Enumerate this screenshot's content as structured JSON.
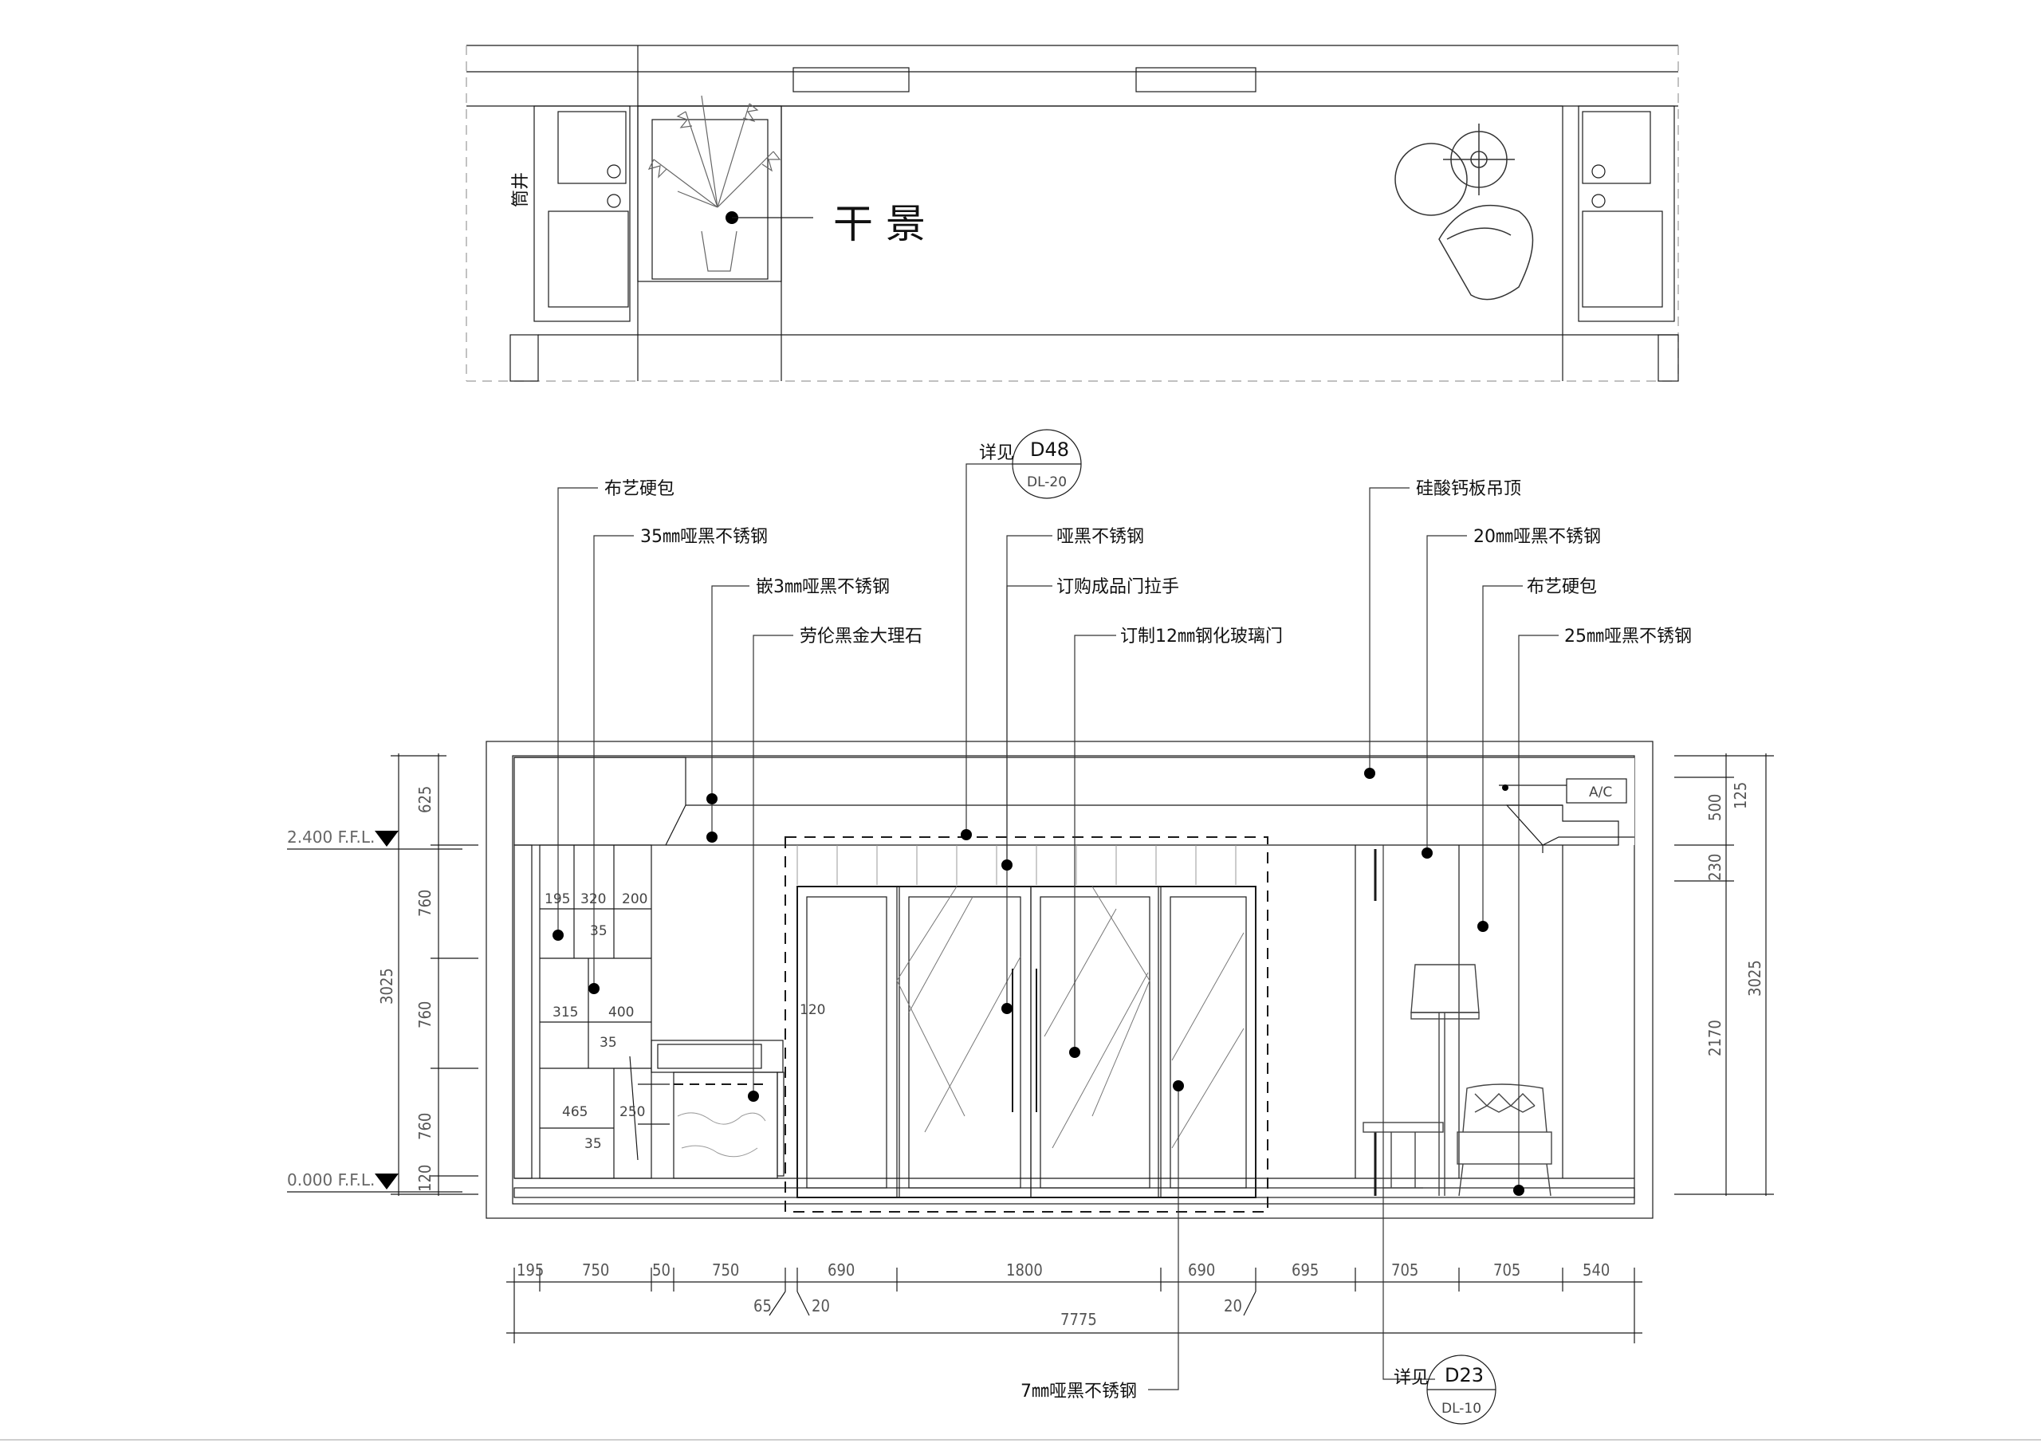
{
  "plan": {
    "title": "干 景",
    "label_left": "筒井"
  },
  "levels": {
    "upper": "2.400 F.F.L.",
    "lower": "0.000 F.F.L."
  },
  "callouts_left": [
    "布艺硬包",
    "35㎜哑黑不锈钢",
    "嵌3㎜哑黑不锈钢",
    "劳伦黑金大理石"
  ],
  "callouts_center": [
    "哑黑不锈钢",
    "订购成品门拉手",
    "订制12㎜钢化玻璃门"
  ],
  "callouts_right": [
    "硅酸钙板吊顶",
    "20㎜哑黑不锈钢",
    "布艺硬包",
    "25㎜哑黑不锈钢"
  ],
  "callout_bottom": "7㎜哑黑不锈钢",
  "ref_top": {
    "prefix": "详见",
    "code": "D48",
    "sheet": "DL-20"
  },
  "ref_bottom": {
    "prefix": "详见",
    "code": "D23",
    "sheet": "DL-10"
  },
  "ac_label": "A/C",
  "dims_left": [
    "625",
    "760",
    "760",
    "760",
    "120",
    "3025"
  ],
  "dims_right": [
    "125",
    "500",
    "230",
    "2170",
    "3025"
  ],
  "dims_bottom": [
    "195",
    "750",
    "50",
    "750",
    "690",
    "1800",
    "690",
    "695",
    "705",
    "705",
    "540"
  ],
  "dims_bottom_small": [
    "65",
    "20",
    "20"
  ],
  "dim_total": "7775",
  "cabinet_dims": [
    "195",
    "320",
    "200",
    "35",
    "315",
    "400",
    "35",
    "465",
    "250",
    "35"
  ],
  "glass_dim": "120"
}
